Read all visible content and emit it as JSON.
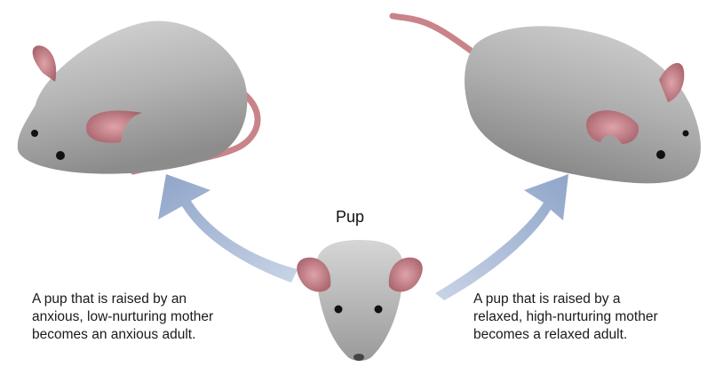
{
  "pup_label": "Pup",
  "left_caption": {
    "lines": [
      "A pup that is raised by an",
      "anxious, low-nurturing mother",
      "becomes an anxious adult."
    ]
  },
  "right_caption": {
    "lines": [
      "A pup that is raised by a",
      "relaxed, high-nurturing mother",
      "becomes a relaxed adult."
    ]
  },
  "colors": {
    "arrow": "#9fb2d1",
    "mouse_body": "#a9a9a9",
    "ear": "#c47c84",
    "tail": "#c98489",
    "eye": "#111111"
  }
}
